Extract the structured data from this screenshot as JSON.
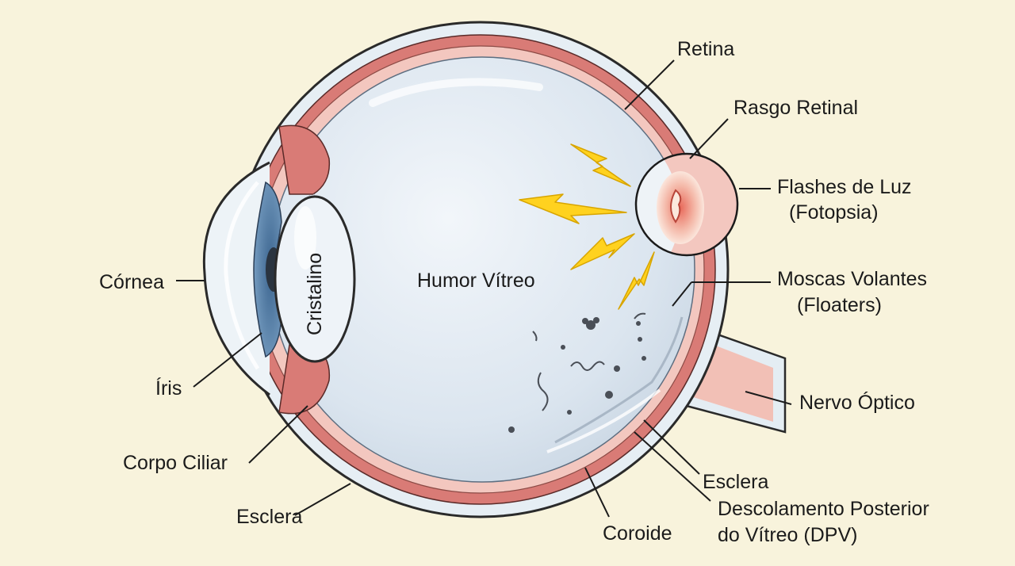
{
  "labels": {
    "retina": "Retina",
    "retinal_tear": "Rasgo Retinal",
    "flashes_line1": "Flashes de Luz",
    "flashes_line2": "(Fotopsia)",
    "floaters_line1": "Moscas Volantes",
    "floaters_line2": "(Floaters)",
    "optic_nerve": "Nervo Óptico",
    "sclera_right": "Esclera",
    "pvd_line1": "Descolamento Posterior",
    "pvd_line2": "do Vítreo (DPV)",
    "choroid": "Coroide",
    "sclera_left": "Esclera",
    "ciliary_body": "Corpo Ciliar",
    "iris": "Íris",
    "cornea": "Córnea",
    "vitreous": "Humor Vítreo",
    "lens": "Cristalino"
  },
  "colors": {
    "background": "#f8f3dc",
    "sclera": "#e6eef4",
    "choroid": "#d97b76",
    "retina": "#f3c7bf",
    "vitreous": "#dfe8f1",
    "iris": "#5a86b0",
    "optic_nerve": "#f2c0b6",
    "lightning": "#ffd21f",
    "text": "#1b1b1b"
  }
}
